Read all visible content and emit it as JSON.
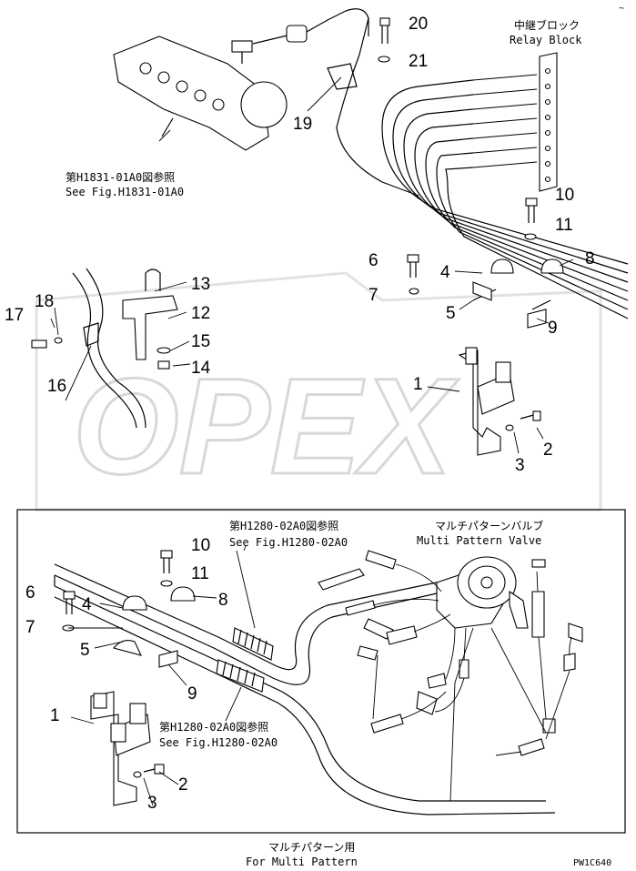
{
  "watermark": "OPEX",
  "drawing_code": "PW1C640",
  "corner_mark": "~",
  "upper": {
    "relay_block": {
      "jp": "中継ブロック",
      "en": "Relay Block"
    },
    "see_fig_top": {
      "jp": "第H1831-01A0図参照",
      "en": "See Fig.H1831-01A0"
    },
    "callouts": [
      "1",
      "2",
      "3",
      "4",
      "5",
      "6",
      "7",
      "8",
      "9",
      "10",
      "11",
      "12",
      "13",
      "14",
      "15",
      "16",
      "17",
      "18",
      "19",
      "20",
      "21"
    ]
  },
  "lower": {
    "multi_valve": {
      "jp": "マルチパターンバルブ",
      "en": "Multi Pattern Valve"
    },
    "see_fig_a": {
      "jp": "第H1280-02A0図参照",
      "en": "See Fig.H1280-02A0"
    },
    "see_fig_b": {
      "jp": "第H1280-02A0図参照",
      "en": "See Fig.H1280-02A0"
    },
    "caption": {
      "jp": "マルチパターン用",
      "en": "For Multi Pattern"
    },
    "callouts": [
      "1",
      "2",
      "3",
      "4",
      "5",
      "6",
      "7",
      "8",
      "9",
      "10",
      "11"
    ]
  }
}
